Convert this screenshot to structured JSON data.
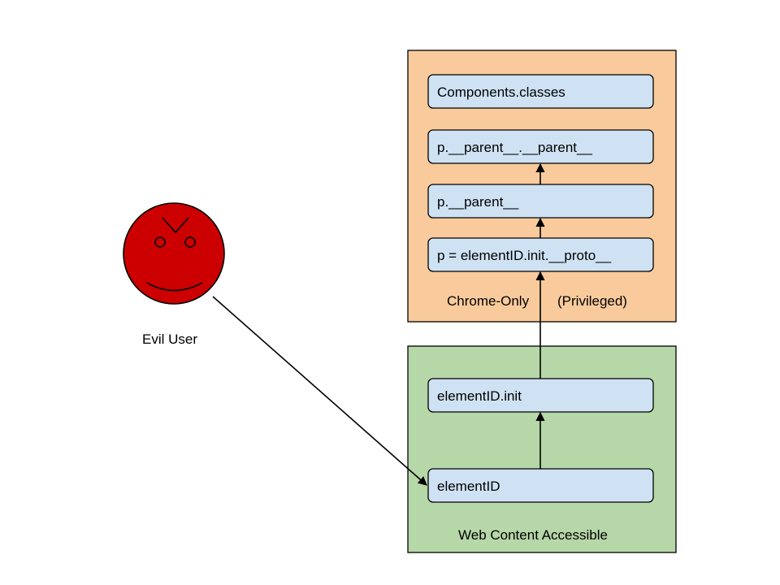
{
  "colors": {
    "privileged_fill": "#f9cb9c",
    "web_fill": "#b6d7a8",
    "node_fill": "#cfe2f3",
    "face_fill": "#cc0000",
    "stroke": "#000000"
  },
  "actor": {
    "label": "Evil User",
    "icon": "angry-face-icon"
  },
  "privileged_zone": {
    "label_left": "Chrome-Only",
    "label_right": "(Privileged)",
    "nodes": [
      {
        "text": "Components.classes"
      },
      {
        "text": "p.__parent__.__parent__"
      },
      {
        "text": "p.__parent__"
      },
      {
        "text": "p = elementID.init.__proto__"
      }
    ]
  },
  "web_zone": {
    "label": "Web Content Accessible",
    "nodes": [
      {
        "text": "elementID.init"
      },
      {
        "text": "elementID"
      }
    ]
  }
}
